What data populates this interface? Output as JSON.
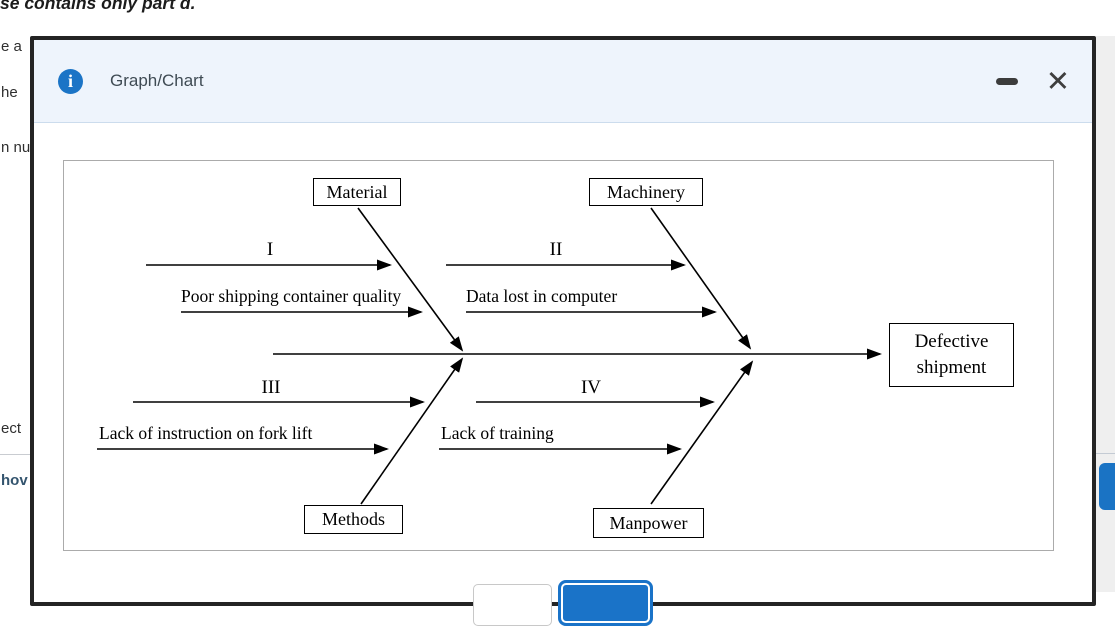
{
  "page_background": {
    "top_text_fragment": "se contains only part d.",
    "left_text_fragments": [
      "e a",
      "he",
      "n nu",
      "ect",
      "hov"
    ]
  },
  "modal": {
    "title": "Graph/Chart",
    "icons": {
      "info_glyph": "i",
      "close_glyph": "✕"
    }
  },
  "diagram": {
    "categories": {
      "top_left": "Material",
      "top_right": "Machinery",
      "bottom_left": "Methods",
      "bottom_right": "Manpower"
    },
    "branches": {
      "b1": {
        "numeral": "I",
        "cause": "Poor shipping container quality"
      },
      "b2": {
        "numeral": "II",
        "cause": "Data lost in computer"
      },
      "b3": {
        "numeral": "III",
        "cause": "Lack of instruction on fork lift"
      },
      "b4": {
        "numeral": "IV",
        "cause": "Lack of training"
      }
    },
    "effect": {
      "line1": "Defective",
      "line2": "shipment"
    }
  },
  "colors": {
    "accent_blue": "#1a73c4",
    "modal_header_bg": "#eef4fc",
    "modal_border": "#242424"
  }
}
